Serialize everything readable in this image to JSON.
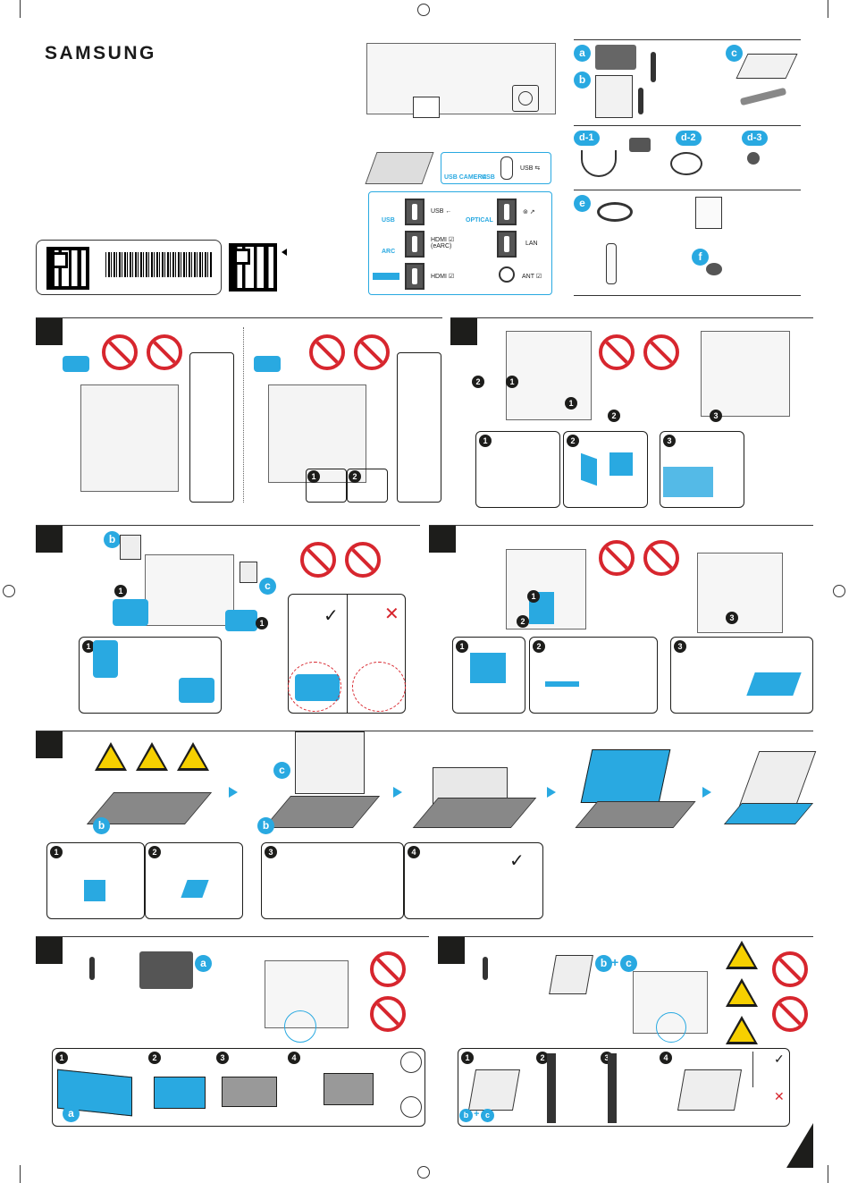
{
  "brand": {
    "logo": "SAMSUNG"
  },
  "parts": {
    "a": "a",
    "b": "b",
    "c": "c",
    "d1": "d-1",
    "d2": "d-2",
    "d3": "d-3",
    "e": "e",
    "f": "f"
  },
  "ports_top": {
    "usb_camera": "USB CAMERA",
    "usb": "USB",
    "usb_c": "USB ⇆"
  },
  "ports_main": [
    {
      "label": "USB",
      "name": "USB ←"
    },
    {
      "label": "OPTICAL",
      "name": "⊚ ↗"
    },
    {
      "label": "ARC",
      "name": "HDMI ☑ (eARC)"
    },
    {
      "label": "",
      "name": "LAN"
    },
    {
      "label": "",
      "name": "HDMI ☑"
    },
    {
      "label": "",
      "name": "ANT ☑"
    }
  ],
  "step_labels": {
    "n1": "1",
    "n2": "2",
    "n3": "3",
    "n4": "4"
  },
  "combo": {
    "b": "b",
    "plus": "+",
    "c": "c"
  },
  "colors": {
    "accent": "#29a9e1",
    "prohibit": "#d7262e",
    "warning": "#f6d000"
  }
}
